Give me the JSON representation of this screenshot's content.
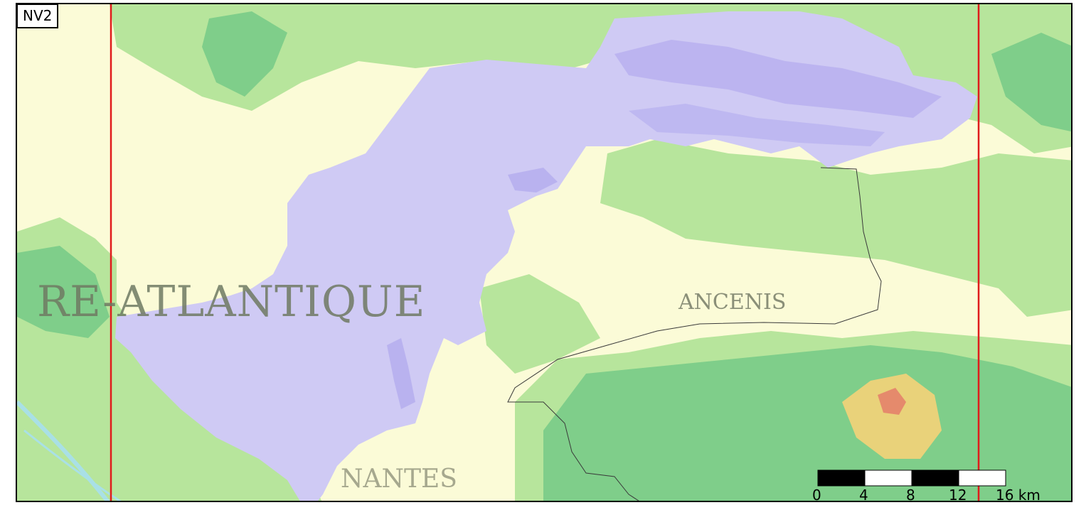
{
  "map": {
    "frame_label": "NV2",
    "places": {
      "department": "RE-ATLANTIQUE",
      "town_east": "ANCENIS",
      "town_south": "NANTES"
    },
    "scale_bar": {
      "ticks": [
        "0",
        "4",
        "8",
        "12"
      ],
      "last_tick": "16 km"
    },
    "colors": {
      "background": "#fbfbd7",
      "lowland_green": "#b7e59c",
      "mid_green": "#7fce8a",
      "highland": "#e9d27a",
      "peak": "#e58a6c",
      "water_zone": "#cfcaf4",
      "water_zone_dark": "#b3abee",
      "boundary_line": "#e01b1b",
      "river": "#a9e0e6"
    }
  }
}
